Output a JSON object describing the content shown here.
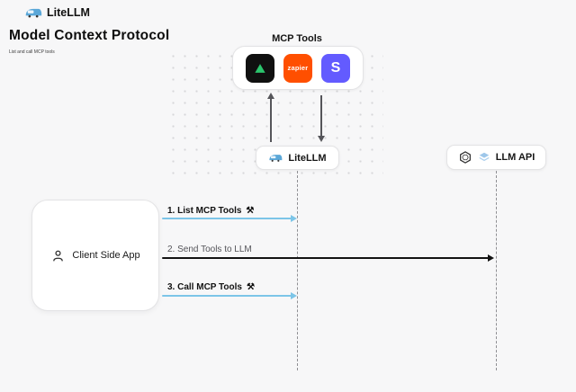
{
  "header": {
    "brand": "LiteLLM",
    "title": "Model Context Protocol",
    "subtitle": "List and call MCP tools"
  },
  "mcp": {
    "label": "MCP Tools",
    "tools": {
      "triangle_tool": "green-triangle",
      "zapier_label": "zapier",
      "stripe_label": "S"
    }
  },
  "nodes": {
    "litellm": "LiteLLM",
    "llm_api": "LLM API",
    "client": "Client Side App"
  },
  "messages": {
    "m1": {
      "label": "1. List MCP Tools",
      "icon": "⚒"
    },
    "m2": {
      "label": "2. Send Tools to LLM",
      "icon": ""
    },
    "m3": {
      "label": "3. Call MCP Tools",
      "icon": "⚒"
    }
  },
  "colors": {
    "accent_blue": "#7cc5e8",
    "line_black": "#131313",
    "zapier_orange": "#ff4f00",
    "stripe_purple": "#635bff",
    "triangle_green": "#2bc56d",
    "background": "#f7f7f8"
  }
}
